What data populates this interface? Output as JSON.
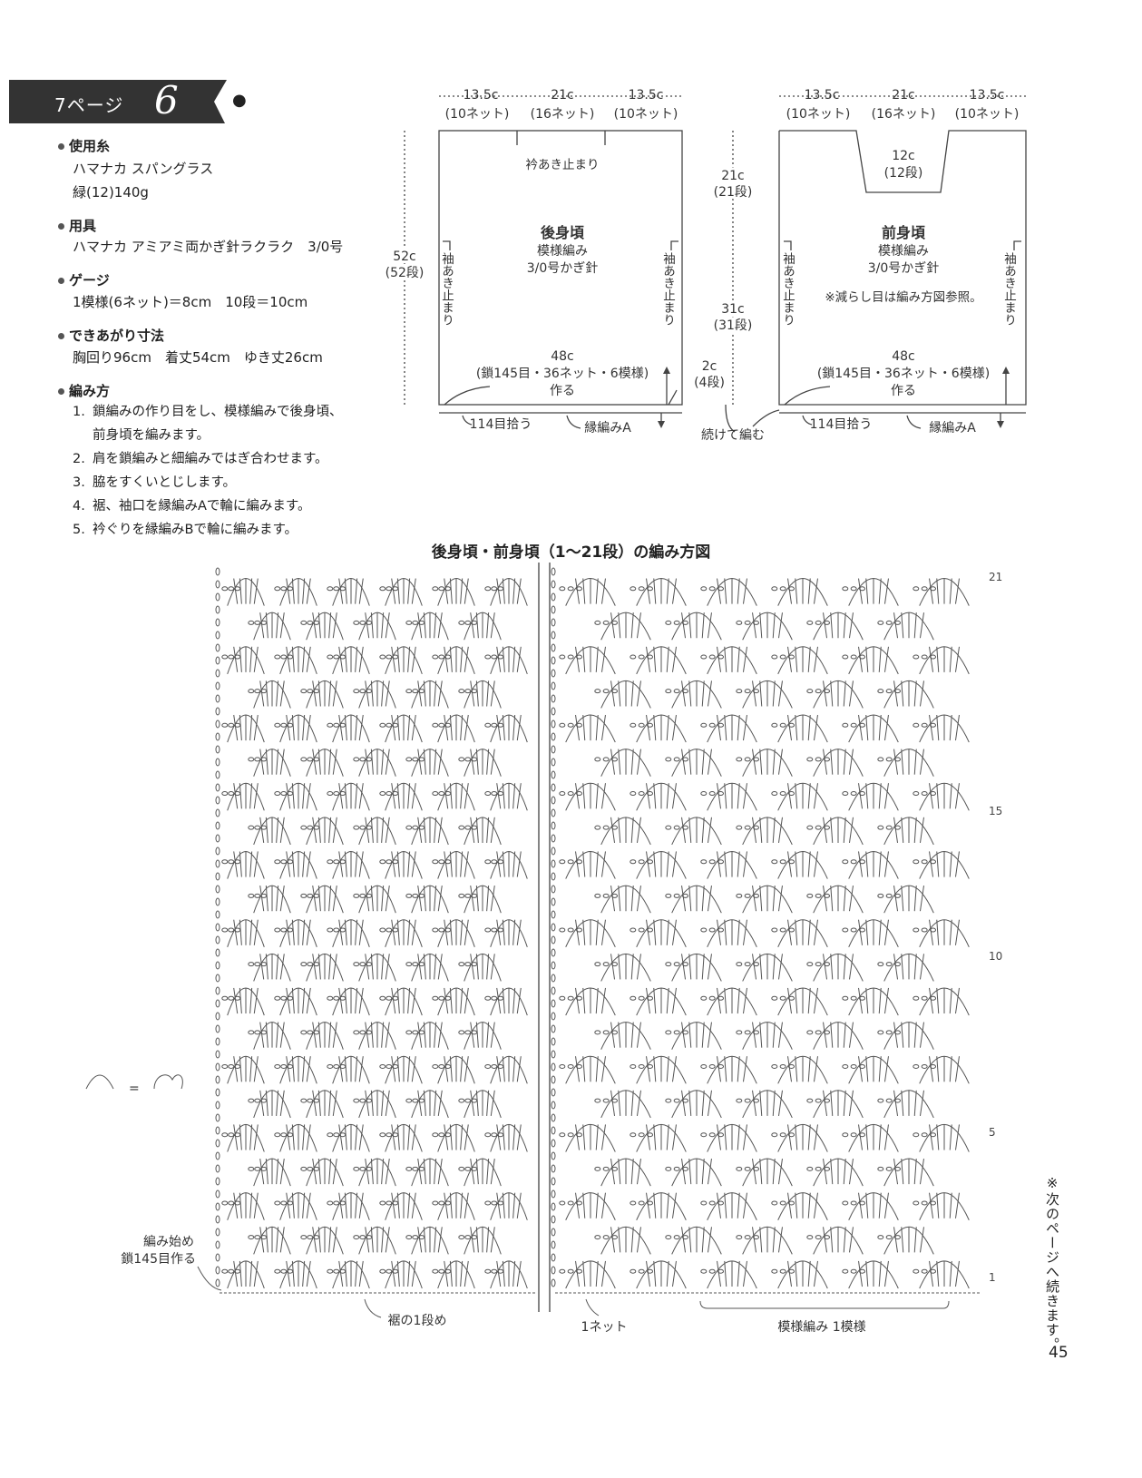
{
  "banner": {
    "label": "7ページ",
    "number": "6"
  },
  "materials": {
    "yarn_heading": "使用糸",
    "yarn_lines": [
      "ハマナカ スパングラス",
      "緑(12)140g"
    ],
    "tools_heading": "用具",
    "tools_line": "ハマナカ アミアミ両かぎ針ラクラク　3/0号",
    "gauge_heading": "ゲージ",
    "gauge_line": "1模様(6ネット)＝8cm　10段＝10cm",
    "size_heading": "できあがり寸法",
    "size_line": "胸回り96cm　着丈54cm　ゆき丈26cm",
    "method_heading": "編み方",
    "steps": [
      {
        "num": "1.",
        "text": "鎖編みの作り目をし、模様編みで後身頃、",
        "cont": "前身頃を編みます。"
      },
      {
        "num": "2.",
        "text": "肩を鎖編みと細編みではぎ合わせます。"
      },
      {
        "num": "3.",
        "text": "脇をすくいとじします。"
      },
      {
        "num": "4.",
        "text": "裾、袖口を縁編みAで輪に編みます。"
      },
      {
        "num": "5.",
        "text": "衿ぐりを縁編みBで輪に編みます。"
      }
    ]
  },
  "schematic": {
    "top_dims": [
      "13.5c",
      "21c",
      "13.5c"
    ],
    "top_nets": [
      "(10ネット)",
      "(16ネット)",
      "(10ネット)"
    ],
    "back": {
      "neck_note": "衿あき止まり",
      "title": "後身頃",
      "stitch": "模様編み",
      "hook": "3/0号かぎ針",
      "armhole_note": "袖あき止まり",
      "height": "52c",
      "height_rows": "(52段)",
      "width": "48c",
      "chain": "(鎖145目・36ネット・6模様)",
      "make": "作る",
      "pickup": "114目拾う",
      "edging": "縁編みA"
    },
    "front": {
      "neck_depth": "12c",
      "neck_rows": "(12段)",
      "title": "前身頃",
      "stitch": "模様編み",
      "hook": "3/0号かぎ針",
      "decrease_note": "※減らし目は編み方図参照。",
      "armhole_note": "袖あき止まり",
      "width": "48c",
      "chain": "(鎖145目・36ネット・6模様)",
      "make": "作る",
      "pickup": "114目拾う",
      "edging": "縁編みA"
    },
    "side_dims": [
      {
        "value": "21c",
        "rows": "(21段)"
      },
      {
        "value": "31c",
        "rows": "(31段)"
      },
      {
        "value": "2c",
        "rows": "(4段)"
      }
    ],
    "continue_note": "続けて編む"
  },
  "chart": {
    "title": "後身頃・前身頃（1〜21段）の編み方図",
    "row_labels": [
      "21",
      "15",
      "10",
      "5",
      "1"
    ],
    "start_note": [
      "編み始め",
      "鎖145目作る"
    ],
    "hem_note": "裾の1段め",
    "net_note": "1ネット",
    "repeat_note": "模様編み 1模様",
    "legend_eq": "=",
    "continue_note": "※次のページへ続きます。"
  },
  "page_number": "45"
}
